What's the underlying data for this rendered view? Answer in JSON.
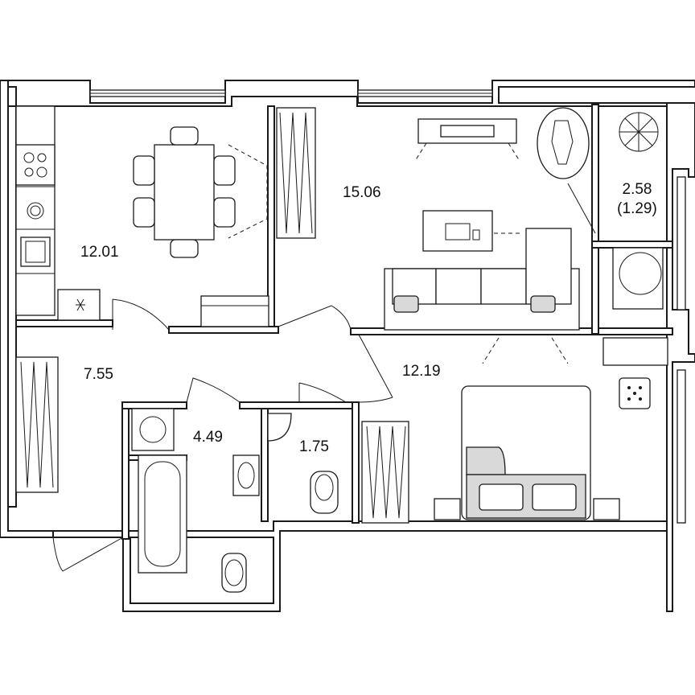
{
  "floor_plan": {
    "rooms": [
      {
        "id": "kitchen",
        "area": "12.01"
      },
      {
        "id": "living-room",
        "area": "15.06"
      },
      {
        "id": "balcony",
        "area": "2.58",
        "area_reduced": "(1.29)"
      },
      {
        "id": "hallway",
        "area": "7.55"
      },
      {
        "id": "bathroom",
        "area": "4.49"
      },
      {
        "id": "toilet",
        "area": "1.75"
      },
      {
        "id": "bedroom",
        "area": "12.19"
      }
    ]
  }
}
